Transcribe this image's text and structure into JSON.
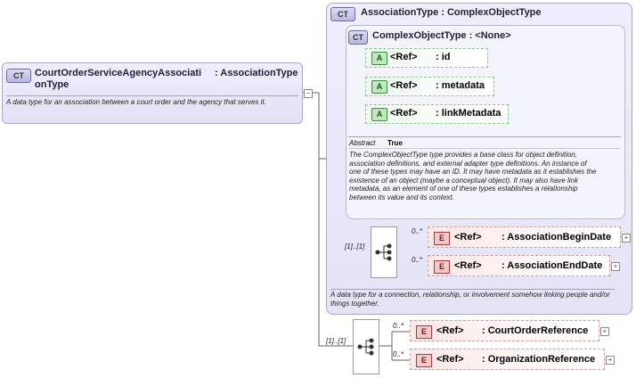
{
  "main_type": {
    "badge": "CT",
    "name": "CourtOrderServiceAgencyAssociationType",
    "name_line1": "CourtOrderServiceAgencyAssociati",
    "name_line2": "onType",
    "base": ": AssociationType",
    "description": "A data type for an association between a court order and the agency that serves it."
  },
  "association_type": {
    "badge": "CT",
    "title": "AssociationType : ComplexObjectType",
    "description": "A data type for a connection, relationship, or involvement somehow linking people and/or things together.",
    "sequence_cardinality": "[1]..[1]",
    "elements": [
      {
        "badge": "E",
        "ref": "<Ref>",
        "name": ": AssociationBeginDate",
        "cardinality": "0..*"
      },
      {
        "badge": "E",
        "ref": "<Ref>",
        "name": ": AssociationEndDate",
        "cardinality": "0..*"
      }
    ]
  },
  "complex_object_type": {
    "badge": "CT",
    "title": "ComplexObjectType : <None>",
    "attributes": [
      {
        "badge": "A",
        "ref": "<Ref>",
        "name": ": id"
      },
      {
        "badge": "A",
        "ref": "<Ref>",
        "name": ": metadata"
      },
      {
        "badge": "A",
        "ref": "<Ref>",
        "name": ": linkMetadata"
      }
    ],
    "abstract_label": "Abstract",
    "abstract_value": "True",
    "description": "The ComplexObjectType type provides a base class for object definition, association definitions, and external adapter type definitions. An instance of one of these types may have an ID. It may have metadata as it establishes the existence of an object (maybe a conceptual object). It may also have link metadata, as an element of one of these types establishes a relationship between its value and its context."
  },
  "main_sequence": {
    "cardinality": "[1]..[1]",
    "elements": [
      {
        "badge": "E",
        "ref": "<Ref>",
        "name": ": CourtOrderReference",
        "cardinality": "0..*"
      },
      {
        "badge": "E",
        "ref": "<Ref>",
        "name": ": OrganizationReference",
        "cardinality": "0..*"
      }
    ]
  },
  "colors": {
    "complex_type_bg": "#e4e4f6",
    "attribute_bg": "#f0fbf0",
    "element_bg": "#fde8e8"
  }
}
